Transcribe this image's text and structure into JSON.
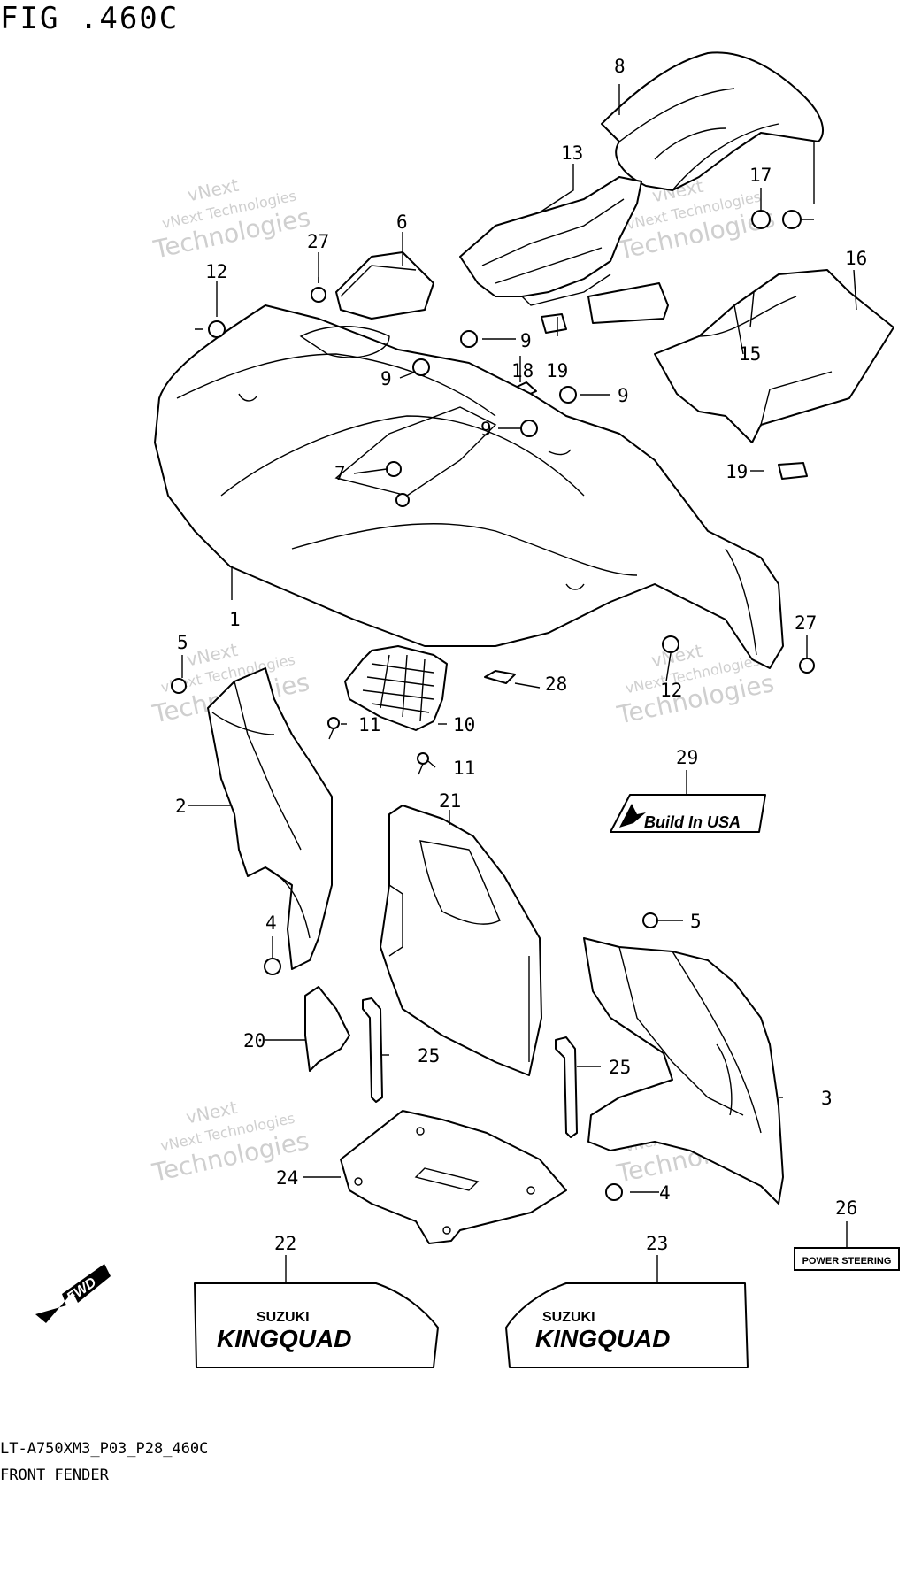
{
  "figure": {
    "title": "FIG .460C",
    "model_code": "LT-A750XM3_P03_P28_460C",
    "caption": "FRONT FENDER"
  },
  "watermark": {
    "line1": "vNext",
    "line2": "vNext Technologies",
    "line3": "Technologies"
  },
  "callouts": [
    "1",
    "2",
    "3",
    "4",
    "4",
    "5",
    "5",
    "6",
    "7",
    "8",
    "9",
    "9",
    "9",
    "9",
    "10",
    "11",
    "11",
    "12",
    "12",
    "13",
    "15",
    "16",
    "17",
    "18",
    "19",
    "19",
    "20",
    "21",
    "22",
    "23",
    "24",
    "25",
    "25",
    "26",
    "27",
    "27",
    "28",
    "29"
  ],
  "decals": {
    "built_in_usa": "Build In USA",
    "power_steering": "POWER STEERING",
    "brand": "SUZUKI",
    "model_logo": "KINGQUAD",
    "fwd": "FWD"
  }
}
